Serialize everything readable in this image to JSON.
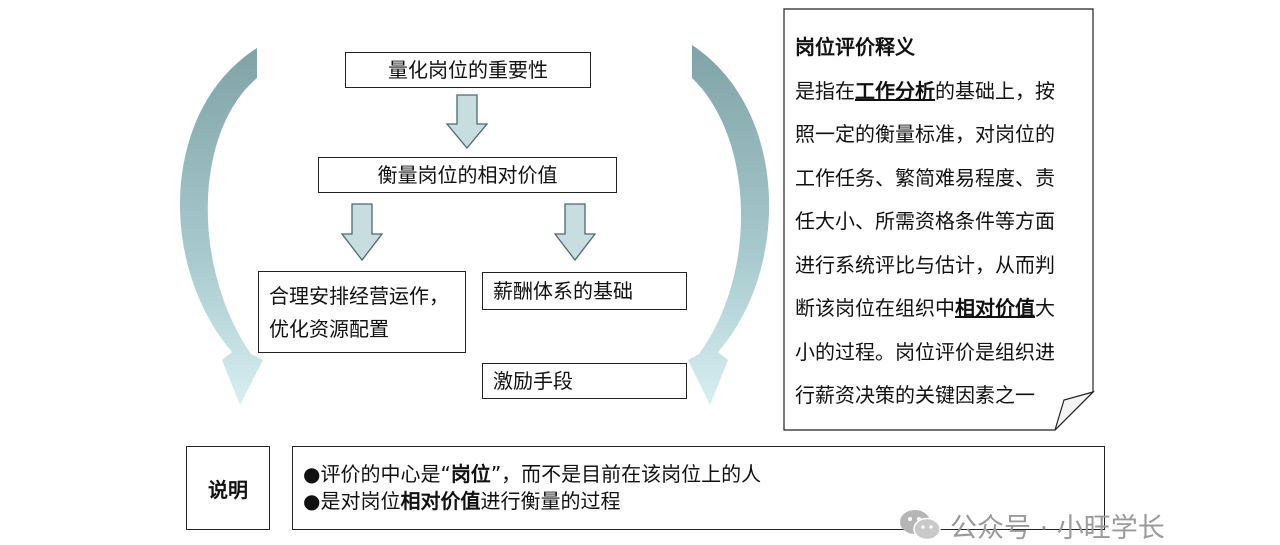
{
  "flow": {
    "box1": "量化岗位的重要性",
    "box2": "衡量岗位的相对价值",
    "box3_line1": "合理安排经营运作，",
    "box3_line2": "优化资源配置",
    "box4": "薪酬体系的基础",
    "box5": "激励手段"
  },
  "definition": {
    "title": "岗位评价释义",
    "l1_a": "是指在",
    "l1_b": "工作分析",
    "l1_c": "的基础上，按",
    "l2": "照一定的衡量标准，对岗位的",
    "l3": "工作任务、繁简难易程度、责",
    "l4": "任大小、所需资格条件等方面",
    "l5": "进行系统评比与估计，从而判",
    "l6_a": "断该岗位在组织中",
    "l6_b": "相对价值",
    "l6_c": "大",
    "l7": "小的过程。岗位评价是组织进",
    "l8": "行薪资决策的关键因素之一"
  },
  "note": {
    "label": "说明",
    "b1_a": "●评价的中心是“",
    "b1_b": "岗位",
    "b1_c": "”，而不是目前在该岗位上的人",
    "b2_a": "●是对岗位",
    "b2_b": "相对价值",
    "b2_c": "进行衡量的过程"
  },
  "watermark": "公众号 · 小旺学长",
  "colors": {
    "arrow_dark": "#7fa3a6",
    "arrow_light": "#cfeaee",
    "block_arrow_fill": "#c8dde0",
    "block_arrow_stroke": "#4a6a70"
  }
}
